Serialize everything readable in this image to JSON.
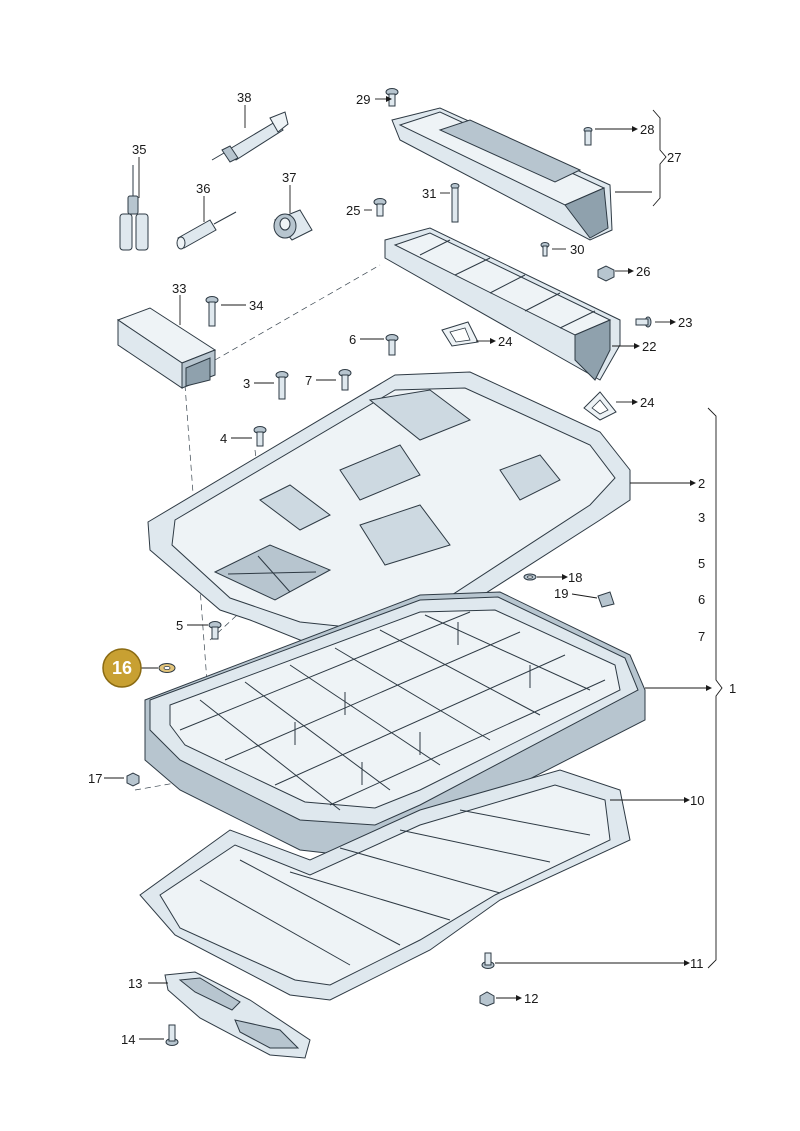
{
  "labels": {
    "p1": "1",
    "p2": "2",
    "p3a": "3",
    "p3b": "3",
    "p4": "4",
    "p5a": "5",
    "p5b": "5",
    "p6a": "6",
    "p6b": "6",
    "p7a": "7",
    "p7b": "7",
    "p10": "10",
    "p11": "11",
    "p12": "12",
    "p13": "13",
    "p14": "14",
    "p16": "16",
    "p17": "17",
    "p18": "18",
    "p19": "19",
    "p22": "22",
    "p23": "23",
    "p24a": "24",
    "p24b": "24",
    "p25": "25",
    "p26": "26",
    "p27": "27",
    "p28": "28",
    "p29": "29",
    "p30": "30",
    "p31": "31",
    "p33": "33",
    "p34": "34",
    "p35": "35",
    "p36": "36",
    "p37": "37",
    "p38": "38"
  },
  "colors": {
    "highlight": "#c8a032",
    "part_fill": "#dfe8ee",
    "outline": "#2e3a44"
  }
}
